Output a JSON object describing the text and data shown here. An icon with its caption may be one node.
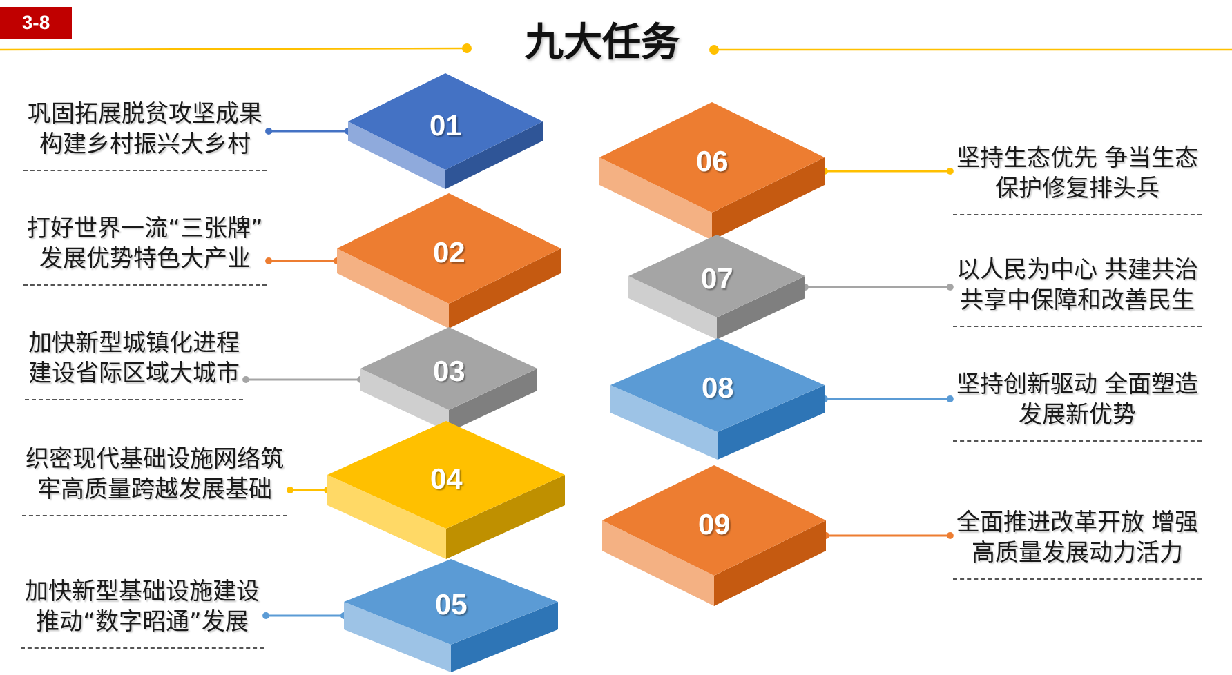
{
  "diagram": {
    "title": "九大任务",
    "nodes": [
      {
        "text": [
          "01"
        ]
      },
      {
        "text": [
          "02"
        ]
      },
      {
        "text": [
          "03"
        ]
      },
      {
        "text": [
          "04"
        ]
      },
      {
        "text": [
          "05"
        ]
      },
      {
        "text": [
          "06"
        ]
      },
      {
        "text": [
          "07"
        ]
      },
      {
        "text": [
          "08"
        ]
      },
      {
        "text": [
          "09"
        ]
      },
      {
        "text": [
          "巩固拓展脱贫攻坚成果构建乡村振兴大乡村"
        ]
      },
      {
        "text": [
          "打好世界一流“三张牌”发展优势特色大产业"
        ]
      },
      {
        "text": [
          "加快新型城镇化进程建设省际区域大城市"
        ]
      },
      {
        "text": [
          "织密现代基础设施网络筑牢高质量跨越发展基础"
        ]
      },
      {
        "text": [
          "加快新型基础设施建设推动“数字昭通”发展"
        ]
      },
      {
        "text": [
          "坚持生态优先 争当生态保护修复排头兵"
        ]
      },
      {
        "text": [
          "以人民为中心 共建共治共享中保障和改善民生"
        ]
      },
      {
        "text": [
          "坚持创新驱动 全面塑造发展新优势"
        ]
      },
      {
        "text": [
          "全面推进改革开放 增强高质量发展动力活力"
        ]
      }
    ],
    "edges": [
      {
        "from": 9,
        "to": 0,
        "arrow": "other",
        "color": "#4472c4"
      },
      {
        "from": 10,
        "to": 1,
        "arrow": "other",
        "color": "#ed7d31"
      },
      {
        "from": 11,
        "to": 2,
        "arrow": "other",
        "color": "#a5a5a5"
      },
      {
        "from": 12,
        "to": 3,
        "arrow": "other",
        "color": "#ffc000"
      },
      {
        "from": 13,
        "to": 4,
        "arrow": "other",
        "color": "#5b9bd5"
      },
      {
        "from": 14,
        "to": 5,
        "arrow": "other",
        "color": "#ffc000"
      },
      {
        "from": 15,
        "to": 6,
        "arrow": "other",
        "color": "#a5a5a5"
      },
      {
        "from": 16,
        "to": 7,
        "arrow": "other",
        "color": "#5b9bd5"
      },
      {
        "from": 17,
        "to": 8,
        "arrow": "other",
        "color": "#ed7d31"
      }
    ],
    "labels": [
      "3-8"
    ]
  }
}
